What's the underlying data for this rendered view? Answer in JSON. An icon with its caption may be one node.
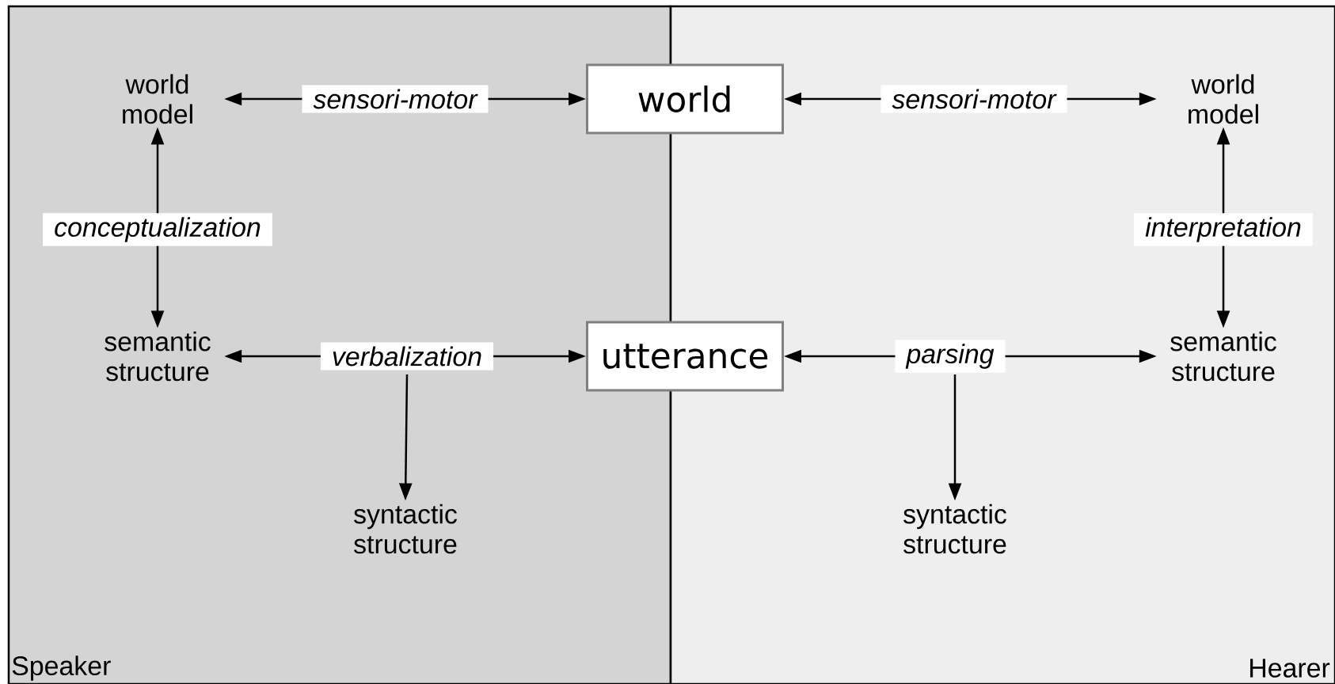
{
  "diagram": {
    "nodes": [
      {
        "text": [
          "Speaker"
        ]
      },
      {
        "text": [
          "Hearer"
        ]
      },
      {
        "text": [
          "world"
        ]
      },
      {
        "text": [
          "utterance"
        ]
      },
      {
        "text": [
          "world model"
        ],
        "in": 0
      },
      {
        "text": [
          "semantic structure"
        ],
        "in": 0
      },
      {
        "text": [
          "syntactic structure"
        ],
        "in": 0
      },
      {
        "text": [
          "world model"
        ],
        "in": 1
      },
      {
        "text": [
          "semantic structure"
        ],
        "in": 1
      },
      {
        "text": [
          "syntactic structure"
        ],
        "in": 1
      }
    ],
    "edges": [
      {
        "from": 4,
        "to": 2,
        "arrow": "both",
        "label": "sensori-motor"
      },
      {
        "from": 2,
        "to": 7,
        "arrow": "both",
        "label": "sensori-motor"
      },
      {
        "from": 4,
        "to": 5,
        "arrow": "both",
        "label": "conceptualization"
      },
      {
        "from": 7,
        "to": 8,
        "arrow": "both",
        "label": "interpretation"
      },
      {
        "from": 5,
        "to": 3,
        "arrow": "both",
        "label": "verbalization"
      },
      {
        "from": null,
        "to": 6,
        "arrow": "to"
      },
      {
        "from": 3,
        "to": 8,
        "arrow": "both",
        "label": "parsing"
      },
      {
        "from": null,
        "to": 9,
        "arrow": "to"
      }
    ]
  }
}
